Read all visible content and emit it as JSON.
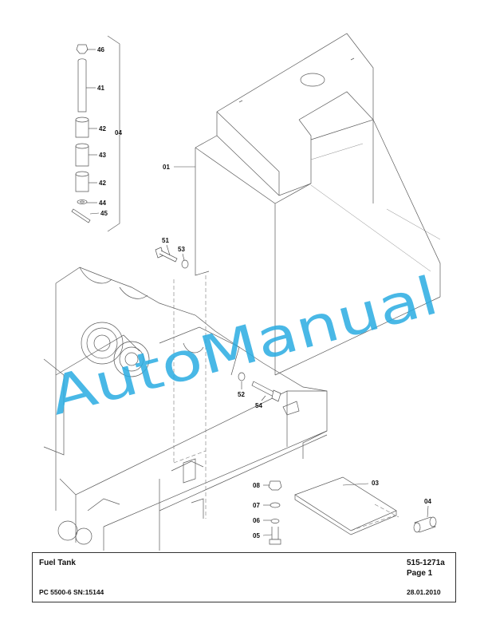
{
  "watermark": {
    "text": "AutoManual",
    "color": "#29abe2"
  },
  "callouts": {
    "c46": "46",
    "c41": "41",
    "c42a": "42",
    "c04a": "04",
    "c43": "43",
    "c42b": "42",
    "c44": "44",
    "c45": "45",
    "c01": "01",
    "c51": "51",
    "c53": "53",
    "c52": "52",
    "c54": "54",
    "c03": "03",
    "c08": "08",
    "c07": "07",
    "c06": "06",
    "c05": "05",
    "c04b": "04"
  },
  "title_block": {
    "title": "Fuel Tank",
    "drawing_number": "515-1271a",
    "page": "Page 1",
    "model": "PC 5500-6 SN:15144",
    "date": "28.01.2010"
  }
}
